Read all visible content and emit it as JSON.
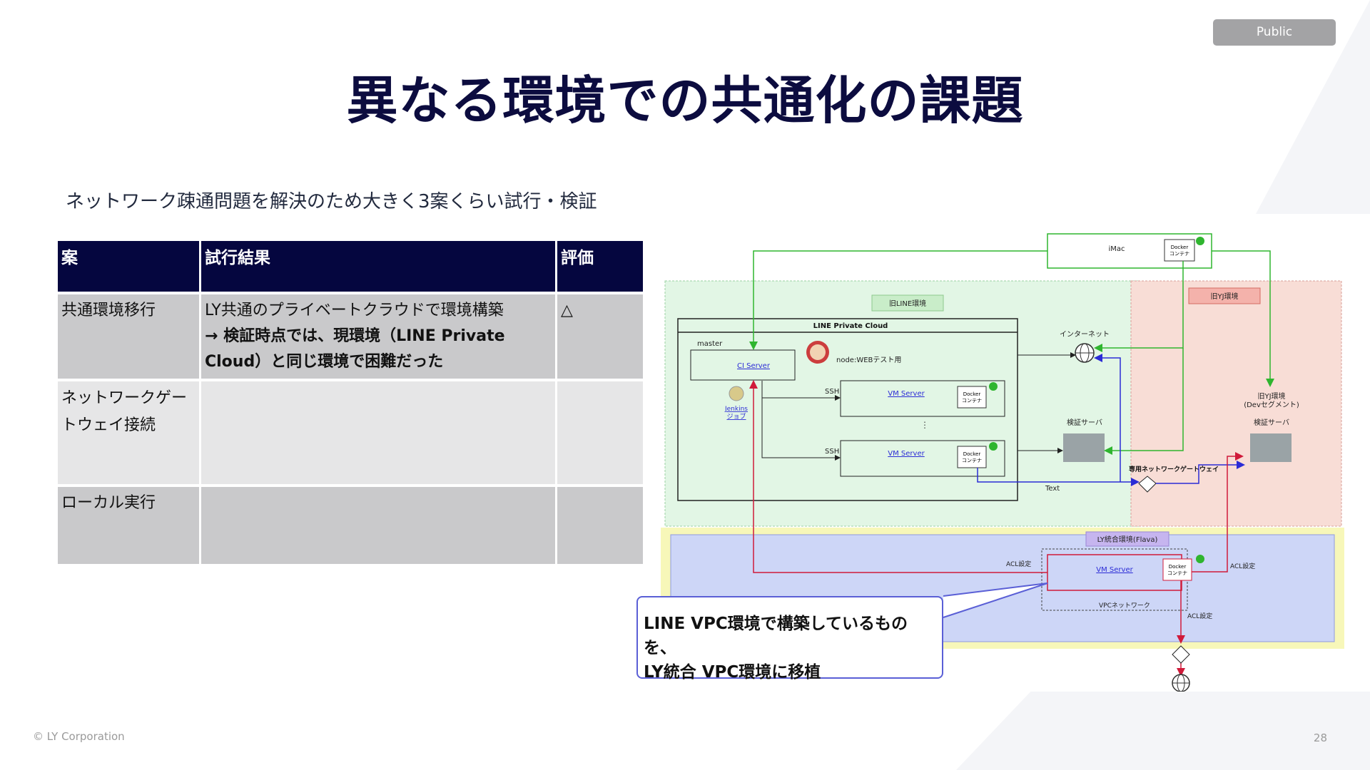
{
  "badge": "Public",
  "title": "異なる環境での共通化の課題",
  "subtitle": "ネットワーク疎通問題を解決のため大きく3案くらい試行・検証",
  "table": {
    "headers": [
      "案",
      "試行結果",
      "評価"
    ],
    "rows": [
      {
        "plan": "共通環境移行",
        "result_line1": "LY共通のプライベートクラウドで環境構築",
        "result_line2": "→ 検証時点では、現環境（LINE Private",
        "result_line3": "Cloud）と同じ環境で困難だった",
        "eval": "△"
      },
      {
        "plan": "ネットワークゲートウェイ接続",
        "result_line1": "",
        "result_line2": "",
        "result_line3": "",
        "eval": ""
      },
      {
        "plan": "ローカル実行",
        "result_line1": "",
        "result_line2": "",
        "result_line3": "",
        "eval": ""
      }
    ]
  },
  "diagram": {
    "imac": "iMac",
    "docker1": "Docker",
    "docker2": "コンテナ",
    "old_line_env": "旧LINE環境",
    "old_yj_env": "旧YJ環境",
    "line_private_cloud": "LINE Private Cloud",
    "master": "master",
    "ci_server": "CI Server",
    "jenkins1": "Jenkins",
    "jenkins2": "ジョブ",
    "node_label": "node:WEBテスト用",
    "ssh": "SSH",
    "vm_server": "VM Server",
    "internet": "インターネット",
    "verify_server": "検証サーバ",
    "old_yj_env2a": "旧YJ環境",
    "old_yj_env2b": "(Devセグメント)",
    "dedicated_gateway": "専用ネットワークゲートウェイ",
    "text_label": "Text",
    "ly_env": "LY統合環境(Flava)",
    "acl": "ACL設定",
    "vpc_network": "VPCネットワーク"
  },
  "callout": {
    "line1": "LINE VPC環境で構築しているものを、",
    "line2": "LY統合 VPC環境に移植"
  },
  "footer": "© LY Corporation",
  "page_number": "28",
  "colors": {
    "navy": "#05063f",
    "green": "#2fb52f",
    "blue": "#2b2bd6",
    "red": "#d01a3a"
  }
}
